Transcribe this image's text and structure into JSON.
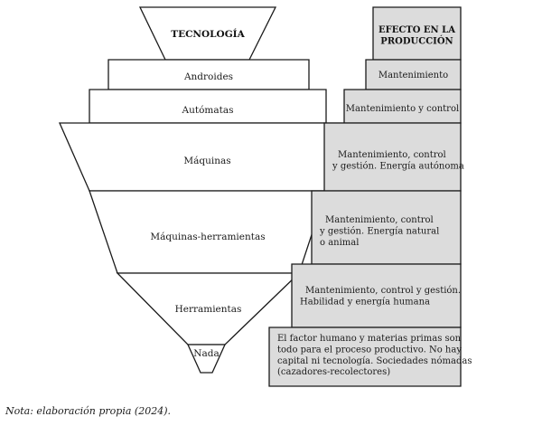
{
  "tiers": [
    {
      "label": "TECNOLOGÍA"
    },
    {
      "label": "Androides"
    },
    {
      "label": "Autómatas"
    },
    {
      "label": "Máquinas"
    },
    {
      "label": "Máquinas-herramientas"
    },
    {
      "label": "Herramientas"
    },
    {
      "label": "Nada"
    }
  ],
  "effects": [
    {
      "lines": [
        "EFECTO EN LA",
        "PRODUCCIÓN"
      ]
    },
    {
      "lines": [
        "Mantenimiento"
      ]
    },
    {
      "lines": [
        "Mantenimiento y control"
      ]
    },
    {
      "lines": [
        "Mantenimiento, control",
        "y gestión. Energía autónoma"
      ]
    },
    {
      "lines": [
        "Mantenimiento, control",
        "y gestión. Energía natural",
        "o animal"
      ]
    },
    {
      "lines": [
        "Mantenimiento, control y gestión.",
        "Habilidad y energía humana"
      ]
    },
    {
      "lines": [
        "El factor humano y materias primas son",
        "todo para el proceso productivo. No hay",
        "capital ni tecnología. Sociedades nómadas",
        "(cazadores-recolectores)"
      ]
    }
  ],
  "note": "Nota: elaboración propia (2024)."
}
